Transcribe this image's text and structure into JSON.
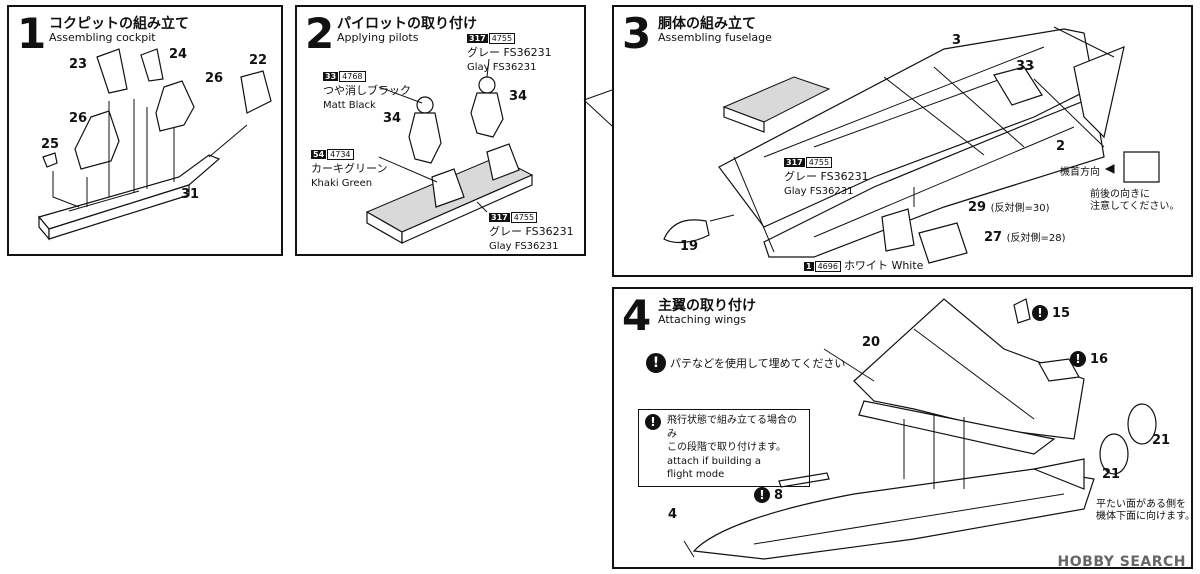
{
  "steps": [
    {
      "num": "1",
      "title_jp": "コクピットの組み立て",
      "title_en": "Assembling cockpit"
    },
    {
      "num": "2",
      "title_jp": "パイロットの取り付け",
      "title_en": "Applying pilots"
    },
    {
      "num": "3",
      "title_jp": "胴体の組み立て",
      "title_en": "Assembling fuselage"
    },
    {
      "num": "4",
      "title_jp": "主翼の取り付け",
      "title_en": "Attaching wings"
    }
  ],
  "step1": {
    "parts": [
      "23",
      "24",
      "26",
      "22",
      "26",
      "25",
      "31"
    ]
  },
  "step2": {
    "paints": [
      {
        "code": "33",
        "code2": "4768",
        "jp": "つや消しブラック",
        "en": "Matt Black"
      },
      {
        "code": "54",
        "code2": "4734",
        "jp": "カーキグリーン",
        "en": "Khaki Green"
      },
      {
        "code": "317",
        "code2": "4755",
        "jp": "グレー FS36231",
        "en": "Glay FS36231"
      },
      {
        "code": "317",
        "code2": "4755",
        "jp": "グレー FS36231",
        "en": "Glay FS36231"
      }
    ],
    "parts": [
      "34",
      "34"
    ]
  },
  "step3": {
    "parts": [
      "3",
      "33",
      "2",
      "19",
      "29",
      "27"
    ],
    "part29_note": "(反対側=30)",
    "part27_note": "(反対側=28)",
    "paints": [
      {
        "code": "317",
        "code2": "4755",
        "jp": "グレー FS36231",
        "en": "Glay FS36231"
      },
      {
        "code": "1",
        "code2": "4696",
        "jp": "ホワイト",
        "en": "White"
      }
    ],
    "orientation_label": "機首方向",
    "orientation_note_line1": "前後の向きに",
    "orientation_note_line2": "注意してください。"
  },
  "step4": {
    "parts": [
      "20",
      "15",
      "16",
      "21",
      "21",
      "8",
      "4"
    ],
    "putty_note": "パテなどを使用して埋めてください",
    "flight_note_jp1": "飛行状態で組み立てる場合のみ",
    "flight_note_jp2": "この段階で取り付けます。",
    "flight_note_en1": "attach if building a",
    "flight_note_en2": "flight mode",
    "flat_note1": "平たい面がある側を",
    "flat_note2": "機体下面に向けます。"
  },
  "watermark": "HOBBY SEARCH"
}
